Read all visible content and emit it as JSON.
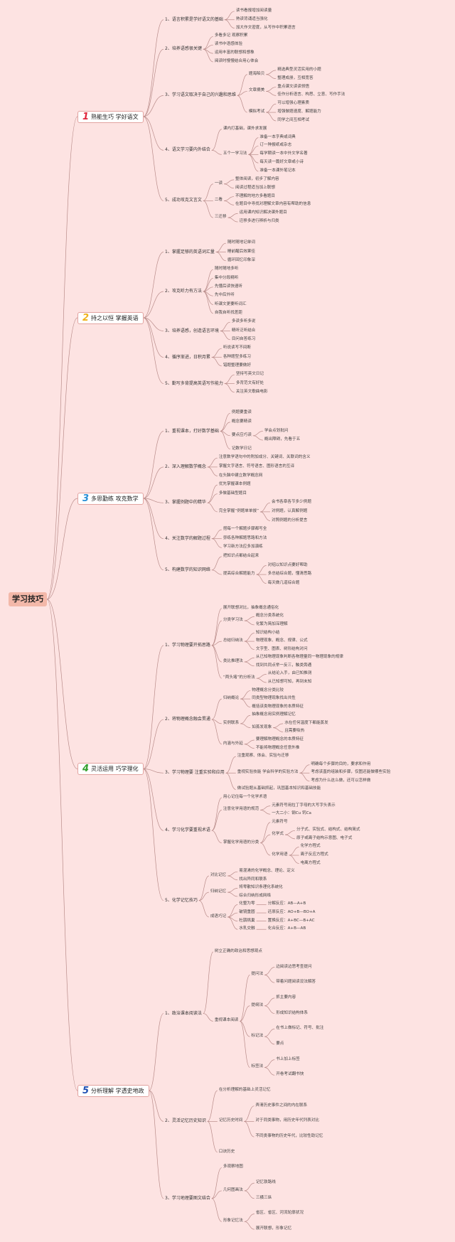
{
  "title": "学习技巧",
  "colors": {
    "background": "#fde3e2",
    "line": "#b98c8a",
    "root_fill": "#f3b8a9",
    "num1": "#e0263c",
    "num2": "#f0b21a",
    "num3": "#2a8fd6",
    "num4": "#35a02f",
    "num5": "#1f4fb2"
  },
  "sections": [
    {
      "num": "1",
      "label": "熟能生巧 学好语文",
      "children": [
        {
          "label": "1、语言积累是学好语文的基础",
          "children": [
            {
              "label": "读书看报增加阅读量"
            },
            {
              "label": "熟读背诵适当强化"
            },
            {
              "label": "加大作文密度，从写作中积累语言"
            }
          ]
        },
        {
          "label": "2、培养语感很关键",
          "children": [
            {
              "label": "多看多记 观察积累"
            },
            {
              "label": "读书中语感体验"
            },
            {
              "label": "运用丰富的联想和想象"
            },
            {
              "label": "阅读时慢慢结合用心体会"
            }
          ]
        },
        {
          "label": "3、学习语文取决于自己的兴趣和思维",
          "children": [
            {
              "label": "题海陷贝",
              "children": [
                {
                  "label": "精选典型灵活实用的小题"
                },
                {
                  "label": "整理成册，互相宽答"
                }
              ]
            },
            {
              "label": "文章摘美",
              "children": [
                {
                  "label": "重点课文读读领悟"
                },
                {
                  "label": "佳作分析语言、构思、立意、写作手法"
                }
              ]
            },
            {
              "label": "模拟考试",
              "children": [
                {
                  "label": "可以增强心理素质"
                },
                {
                  "label": "增强做题速度、解题能力"
                },
                {
                  "label": "同学之间互相考试"
                }
              ]
            }
          ]
        },
        {
          "label": "4、语文学习要内外结合",
          "children": [
            {
              "label": "课内打基础，课外求发展"
            },
            {
              "label": "五个一学习法",
              "children": [
                {
                  "label": "准备一本字典或词典"
                },
                {
                  "label": "订一种报纸或杂志"
                },
                {
                  "label": "每学期读一本中外文学名著"
                },
                {
                  "label": "每天读一篇好文章或小诗"
                },
                {
                  "label": "准备一本课外笔记本"
                }
              ]
            }
          ]
        },
        {
          "label": "5、成功攻克文言文",
          "children": [
            {
              "label": "一读",
              "children": [
                {
                  "label": "整体阅读，初步了解内容"
                },
                {
                  "label": "阅读过程适当加上联想"
                }
              ]
            },
            {
              "label": "二看",
              "children": [
                {
                  "label": "不理解的地方多看题目"
                },
                {
                  "label": "在题目中寻找对理解文章内容有帮助的信息"
                }
              ]
            },
            {
              "label": "三迁移",
              "children": [
                {
                  "label": "运用课内知识解决课外题目"
                },
                {
                  "label": "迁移多进行辨析与归类"
                }
              ]
            }
          ]
        }
      ]
    },
    {
      "num": "2",
      "label": "持之以恒 掌握英语",
      "children": [
        {
          "label": "1、掌握足够的英语词汇量",
          "children": [
            {
              "label": "随时随地记单词"
            },
            {
              "label": "睡前醒后效果佳"
            },
            {
              "label": "循环回忆印象深"
            }
          ]
        },
        {
          "label": "2、攻克听力有方法",
          "children": [
            {
              "label": "随时随地多听"
            },
            {
              "label": "集中分段精听"
            },
            {
              "label": "先懂后读快速听"
            },
            {
              "label": "先中后外听"
            },
            {
              "label": "听课文更要听词汇"
            },
            {
              "label": "自我自听找差距"
            }
          ]
        },
        {
          "label": "3、培养语感，创造语言环境",
          "children": [
            {
              "label": "多读多听多说"
            },
            {
              "label": "精听泛听结合"
            },
            {
              "label": "目问自答练习"
            }
          ]
        },
        {
          "label": "4、循序渐进，日积月累",
          "children": [
            {
              "label": "听说读写不间断"
            },
            {
              "label": "各种题型多练习"
            },
            {
              "label": "错题整理要做好"
            }
          ]
        },
        {
          "label": "5、勤写多背提高英语写作能力",
          "children": [
            {
              "label": "坚持写英文日记"
            },
            {
              "label": "多背范文有好处"
            },
            {
              "label": "关注英文歌曲电影"
            }
          ]
        }
      ]
    },
    {
      "num": "3",
      "label": "多思勤练 攻克数学",
      "children": [
        {
          "label": "1、重视课本，打好数学基础",
          "children": [
            {
              "label": "例题要重读"
            },
            {
              "label": "概念要精读"
            },
            {
              "label": "要点应巧读",
              "children": [
                {
                  "label": "学会点划批问"
                },
                {
                  "label": "概出障碍，先看于五"
                }
              ]
            },
            {
              "label": "记数学日记"
            }
          ]
        },
        {
          "label": "2、深入理解数学概念",
          "children": [
            {
              "label": "注意数学语句中的附加成分、关键词、关联词的含义"
            },
            {
              "label": "掌握文字语言、符号语言、图形语言的互译"
            },
            {
              "label": "在头脑中建立数学概念网"
            }
          ]
        },
        {
          "label": "3、掌握例题中的精华",
          "children": [
            {
              "label": "优先掌握课本例题"
            },
            {
              "label": "多做基础型题目"
            },
            {
              "label": "完全掌握“例题单单拔”",
              "children": [
                {
                  "label": "会书各章各节多少例题"
                },
                {
                  "label": "对例题，认真解例题"
                },
                {
                  "label": "对照例题的分析提言"
                }
              ]
            }
          ]
        },
        {
          "label": "4、关注数学的解题过程",
          "children": [
            {
              "label": "搭每一个解题步骤都写全"
            },
            {
              "label": "弥练各种解题思路和方法"
            },
            {
              "label": "学习新方法应多加演练"
            }
          ]
        },
        {
          "label": "5、构建数学的知识网络",
          "children": [
            {
              "label": "把知识点都结合起来"
            },
            {
              "label": "提高综合解题能力",
              "children": [
                {
                  "label": "对绍以知识点要好帮助"
                },
                {
                  "label": "多总结综合题，懂清思路"
                },
                {
                  "label": "每天做几道综合题"
                }
              ]
            }
          ]
        }
      ]
    },
    {
      "num": "4",
      "label": "灵活运用 巧学理化",
      "children": [
        {
          "label": "1、学习物理要开拓思路",
          "children": [
            {
              "label": "展开联想对比，抽象概念通俗化"
            },
            {
              "label": "分类学习法",
              "children": [
                {
                  "label": "概念分类系统化"
                },
                {
                  "label": "化繁为简加深理解"
                }
              ]
            },
            {
              "label": "总结归纳法",
              "children": [
                {
                  "label": "知识结构小结"
                },
                {
                  "label": "物理现象、概念、规律、公式"
                },
                {
                  "label": "文字型、图表、树形结构对问"
                }
              ]
            },
            {
              "label": "类比推理法",
              "children": [
                {
                  "label": "从已知物理现象判断各物理量同一物理现象的规律"
                },
                {
                  "label": "找到共同点举一反三，触类旁通"
                }
              ]
            },
            {
              "label": "“两头堵”的分析法",
              "children": [
                {
                  "label": "从结论入手，由已知推测"
                },
                {
                  "label": "从已知想可知，再到未知"
                }
              ]
            }
          ]
        },
        {
          "label": "2、将物理概念融会贯通",
          "children": [
            {
              "label": "归纳概论",
              "children": [
                {
                  "label": "物理概念分类比较"
                },
                {
                  "label": "同类型物理现象找出共性"
                },
                {
                  "label": "概括该类物理现象的本质特征"
                }
              ]
            },
            {
              "label": "实例联系",
              "children": [
                {
                  "label": "抽象概念用实例理解记忆"
                },
                {
                  "label": "如蒸发现象",
                  "children": [
                    {
                      "label": "水在任何温度下都能蒸发"
                    },
                    {
                      "label": "且需要吸热"
                    }
                  ]
                }
              ]
            },
            {
              "label": "内涵与外延",
              "children": [
                {
                  "label": "要理解物理概念的本质特征"
                },
                {
                  "label": "不能将物理概念任意外推"
                }
              ]
            }
          ]
        },
        {
          "label": "3、学习物理要 注重实验和应用",
          "children": [
            {
              "label": "注重观察、体会、实验与迁移"
            },
            {
              "label": "重视实验技能 学会科学的实验方法",
              "children": [
                {
                  "label": "明确每个步骤的目的，要求和作用"
                },
                {
                  "label": "考虑该直的组装和步骤，仅图还能做哪些实验"
                },
                {
                  "label": "考虑为什么这么做，还可以怎样做"
                }
              ]
            },
            {
              "label": "做试验题从基础抓起，巩固基本知识和基础技能"
            }
          ]
        },
        {
          "label": "4、学习化学要重视术语",
          "children": [
            {
              "label": "用心记住每一个化学术语"
            },
            {
              "label": "注意化学用语的规范",
              "children": [
                {
                  "label": "元素符号用拉丁字母的大写字头表示"
                },
                {
                  "label": "一大二小：钢Cu 钙Ca"
                }
              ]
            },
            {
              "label": "掌握化学用语的分类",
              "children": [
                {
                  "label": "元素符号"
                },
                {
                  "label": "化学式",
                  "children": [
                    {
                      "label": "分子式、实验式、结构式、结构简式"
                    },
                    {
                      "label": "原子或离子结构示意图、电子式"
                    }
                  ]
                },
                {
                  "label": "化学用语",
                  "children": [
                    {
                      "label": "化学方程式"
                    },
                    {
                      "label": "离子反应方程式"
                    },
                    {
                      "label": "电离方程式"
                    }
                  ]
                }
              ]
            }
          ]
        },
        {
          "label": "5、化学记忆技巧",
          "children": [
            {
              "label": "对比记忆",
              "children": [
                {
                  "label": "易混淆的化学概念、理论、定义"
                },
                {
                  "label": "找出异同和联系"
                }
              ]
            },
            {
              "label": "归纳记忆",
              "children": [
                {
                  "label": "将零散知识条理化系统化"
                },
                {
                  "label": "综合归纳形成网络"
                }
              ]
            },
            {
              "label": "成语巧记",
              "children": [
                {
                  "label": "化整为零",
                  "children": [
                    {
                      "label": "分解反应：AB—A+B"
                    }
                  ]
                },
                {
                  "label": "破镜重圆",
                  "children": [
                    {
                      "label": "还原反应：AO+B—BO+A"
                    }
                  ]
                },
                {
                  "label": "杜鹊挑巢",
                  "children": [
                    {
                      "label": "置换反应：A+BC—B+AC"
                    }
                  ]
                },
                {
                  "label": "水乳交融",
                  "children": [
                    {
                      "label": "化合反应：A+B—AB"
                    }
                  ]
                }
              ]
            }
          ]
        }
      ]
    },
    {
      "num": "5",
      "label": "分析理解 学透史地政",
      "children": [
        {
          "label": "1、政治课本阅读法",
          "children": [
            {
              "label": "树立正确的政治和思想观点"
            },
            {
              "label": "重视课本阅读",
              "children": [
                {
                  "label": "提问法",
                  "children": [
                    {
                      "label": "边阅读边思考查提问"
                    },
                    {
                      "label": "带着问题阅读设法解答"
                    }
                  ]
                },
                {
                  "label": "提纲法",
                  "children": [
                    {
                      "label": "抓主要内容"
                    },
                    {
                      "label": "形成知识结构体系"
                    }
                  ]
                },
                {
                  "label": "标记法",
                  "children": [
                    {
                      "label": "在书上做标记、符号、批注"
                    },
                    {
                      "label": "要点"
                    }
                  ]
                },
                {
                  "label": "标签法",
                  "children": [
                    {
                      "label": "书上加上标签"
                    },
                    {
                      "label": "开卷考试翻书快"
                    }
                  ]
                }
              ]
            }
          ]
        },
        {
          "label": "2、灵活记忆历史知识",
          "children": [
            {
              "label": "在分析理解的基础上灵活记忆"
            },
            {
              "label": "记忆历史时间",
              "children": [
                {
                  "label": "弄清历史事件之间的内在联系"
                },
                {
                  "label": "对于同类事物，用历史年代列表对比"
                },
                {
                  "label": "不同类事物的历史年代，比较性助记忆"
                }
              ]
            },
            {
              "label": "口诀历史"
            }
          ]
        },
        {
          "label": "3、学习地理要图文结合",
          "children": [
            {
              "label": "多观察地图"
            },
            {
              "label": "几何图画法",
              "children": [
                {
                  "label": "记忆铁路线"
                },
                {
                  "label": "三横三纵"
                }
              ]
            },
            {
              "label": "形象记忆法",
              "children": [
                {
                  "label": "省区、省区、河流轮廓状况"
                },
                {
                  "label": "展开联想，形象记忆"
                }
              ]
            }
          ]
        }
      ]
    }
  ]
}
